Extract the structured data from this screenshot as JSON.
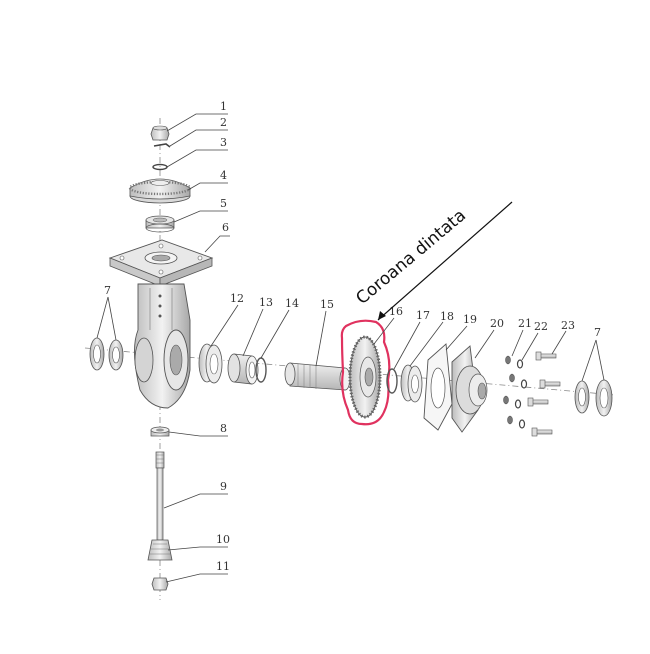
{
  "annotation": {
    "text": "Coroana dintata",
    "highlight_color": "#e0325f"
  },
  "part_labels": {
    "p1": "1",
    "p2": "2",
    "p3": "3",
    "p4": "4",
    "p5": "5",
    "p6": "6",
    "p7a": "7",
    "p7b": "7",
    "p8": "8",
    "p9": "9",
    "p10": "10",
    "p11": "11",
    "p12": "12",
    "p13": "13",
    "p14": "14",
    "p15": "15",
    "p16": "16",
    "p17": "17",
    "p18": "18",
    "p19": "19",
    "p20": "20",
    "p21": "21",
    "p22": "22",
    "p23": "23"
  },
  "colors": {
    "line": "#555555",
    "fill_light": "#e9e9e9",
    "fill_mid": "#cfcfcf",
    "fill_dark": "#9a9a9a"
  }
}
